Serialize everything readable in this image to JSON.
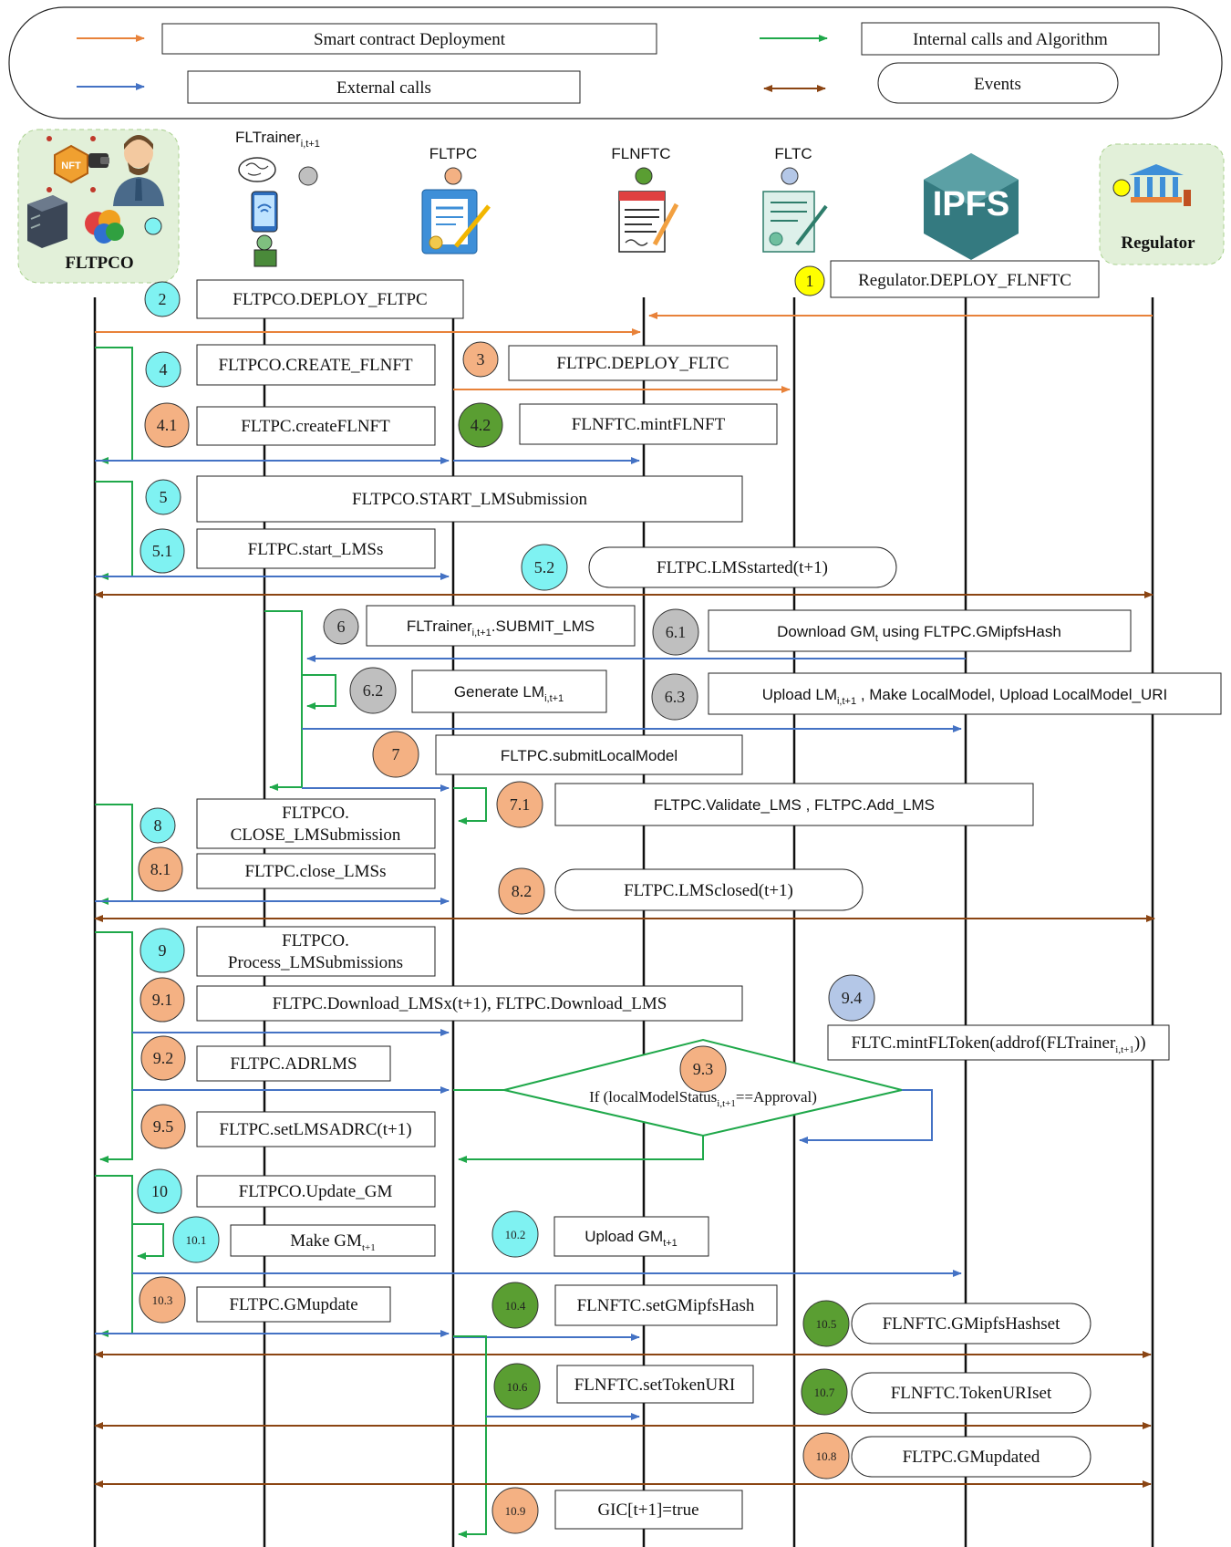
{
  "legend": {
    "deployment": "Smart contract Deployment",
    "internal": "Internal calls and Algorithm",
    "external": "External calls",
    "events": "Events"
  },
  "colors": {
    "deployment": "#E8823A",
    "external": "#4472C4",
    "internal": "#1FA84A",
    "events": "#8B4513",
    "cyan": "#7FF2F2",
    "orange": "#F4B183",
    "green": "#5A9E32",
    "gray": "#BFBFBF",
    "blue": "#B4C7E7",
    "yellow": "#FFFF00"
  },
  "actors": {
    "fltpco": "FLTPCO",
    "fltrainer": "FLTrainer",
    "fltrainer_sub": "i,t+1",
    "fltpc": "FLTPC",
    "flnftc": "FLNFTC",
    "fltc": "FLTC",
    "ipfs": "IPFS",
    "regulator": "Regulator"
  },
  "steps": {
    "s1": {
      "num": "1",
      "label": "Regulator.DEPLOY_FLNFTC"
    },
    "s2": {
      "num": "2",
      "label": "FLTPCO.DEPLOY_FLTPC"
    },
    "s3": {
      "num": "3",
      "label": "FLTPC.DEPLOY_FLTC"
    },
    "s4": {
      "num": "4",
      "label": "FLTPCO.CREATE_FLNFT"
    },
    "s41": {
      "num": "4.1",
      "label": "FLTPC.createFLNFT"
    },
    "s42": {
      "num": "4.2",
      "label": "FLNFTC.mintFLNFT"
    },
    "s5": {
      "num": "5",
      "label": "FLTPCO.START_LMSubmission"
    },
    "s51": {
      "num": "5.1",
      "label": "FLTPC.start_LMSs"
    },
    "s52": {
      "num": "5.2",
      "label": "FLTPC.LMSstarted(t+1)"
    },
    "s6": {
      "num": "6",
      "label_a": "FLTrainer",
      "label_sub": "i,t+1",
      "label_b": ".SUBMIT_LMS"
    },
    "s61": {
      "num": "6.1",
      "label_a": "Download GM",
      "label_sub": "t",
      "label_b": " using FLTPC.GMipfsHash"
    },
    "s62": {
      "num": "6.2",
      "label_a": "Generate LM",
      "label_sub": "i,t+1"
    },
    "s63": {
      "num": "6.3",
      "label_a": "Upload LM",
      "label_sub": "i,t+1",
      "label_b": " , Make LocalModel, Upload LocalModel_URI"
    },
    "s7": {
      "num": "7",
      "label": "FLTPC.submitLocalModel"
    },
    "s71": {
      "num": "7.1",
      "label": "FLTPC.Validate_LMS  , FLTPC.Add_LMS"
    },
    "s8": {
      "num": "8",
      "label_1": "FLTPCO.",
      "label_2": "CLOSE_LMSubmission"
    },
    "s81": {
      "num": "8.1",
      "label": "FLTPC.close_LMSs"
    },
    "s82": {
      "num": "8.2",
      "label": "FLTPC.LMSclosed(t+1)"
    },
    "s9": {
      "num": "9",
      "label_1": "FLTPCO.",
      "label_2": "Process_LMSubmissions"
    },
    "s91": {
      "num": "9.1",
      "label": "FLTPC.Download_LMSx(t+1), FLTPC.Download_LMS"
    },
    "s92": {
      "num": "9.2",
      "label": "FLTPC.ADRLMS"
    },
    "s93": {
      "num": "9.3",
      "label_a": "If (localModelStatus",
      "label_sub": "i,t+1",
      "label_b": "==Approval)"
    },
    "s94": {
      "num": "9.4",
      "label_a": "FLTC.mintFLToken(addrof(FLTrainer",
      "label_sub": "i,t+1",
      "label_b": "))"
    },
    "s95": {
      "num": "9.5",
      "label": "FLTPC.setLMSADRC(t+1)"
    },
    "s10": {
      "num": "10",
      "label": "FLTPCO.Update_GM"
    },
    "s101": {
      "num": "10.1",
      "label_a": "Make GM",
      "label_sub": "t+1"
    },
    "s102": {
      "num": "10.2",
      "label_a": "Upload GM",
      "label_sub": "t+1"
    },
    "s103": {
      "num": "10.3",
      "label": "FLTPC.GMupdate"
    },
    "s104": {
      "num": "10.4",
      "label": "FLNFTC.setGMipfsHash"
    },
    "s105": {
      "num": "10.5",
      "label": "FLNFTC.GMipfsHashset"
    },
    "s106": {
      "num": "10.6",
      "label": "FLNFTC.setTokenURI"
    },
    "s107": {
      "num": "10.7",
      "label": "FLNFTC.TokenURIset"
    },
    "s108": {
      "num": "10.8",
      "label": "FLTPC.GMupdated"
    },
    "s109": {
      "num": "10.9",
      "label": "GIC[t+1]=true"
    }
  }
}
